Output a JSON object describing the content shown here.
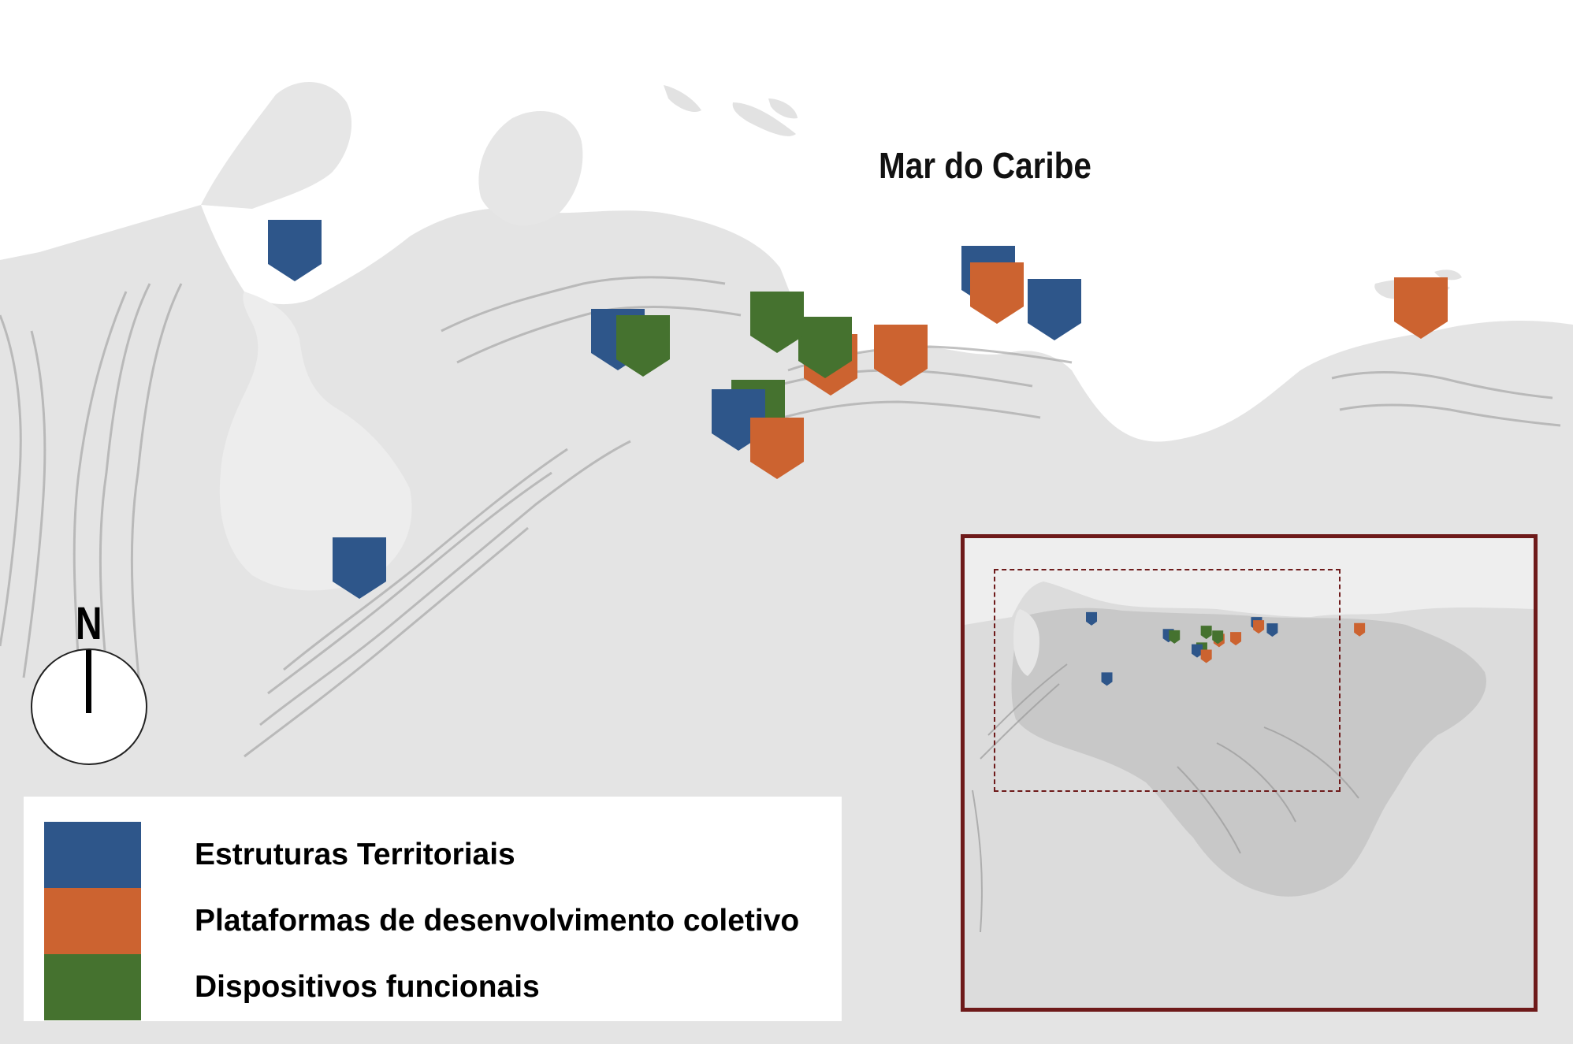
{
  "title": "Mar do Caribe",
  "north_label": "N",
  "legend": [
    {
      "key": "estruturas",
      "label": "Estruturas Territoriais",
      "color": "#2e568a"
    },
    {
      "key": "plataformas",
      "label": "Plataformas de desenvolvimento coletivo",
      "color": "#cc6330"
    },
    {
      "key": "dispositivos",
      "label": "Dispositivos funcionais",
      "color": "#45722f"
    }
  ],
  "colors": {
    "sea": "#ffffff",
    "land": "#e4e4e4",
    "lake": "#ededed",
    "inset_border": "#6e1a1a",
    "estruturas": "#2e568a",
    "plataformas": "#cc6330",
    "dispositivos": "#45722f"
  },
  "markers": [
    {
      "category": "estruturas"
    },
    {
      "category": "estruturas"
    },
    {
      "category": "dispositivos"
    },
    {
      "category": "estruturas"
    },
    {
      "category": "plataformas"
    },
    {
      "category": "dispositivos"
    },
    {
      "category": "plataformas"
    },
    {
      "category": "dispositivos"
    },
    {
      "category": "plataformas"
    },
    {
      "category": "estruturas"
    },
    {
      "category": "estruturas"
    },
    {
      "category": "plataformas"
    },
    {
      "category": "dispositivos"
    },
    {
      "category": "plataformas"
    },
    {
      "category": "estruturas"
    }
  ]
}
